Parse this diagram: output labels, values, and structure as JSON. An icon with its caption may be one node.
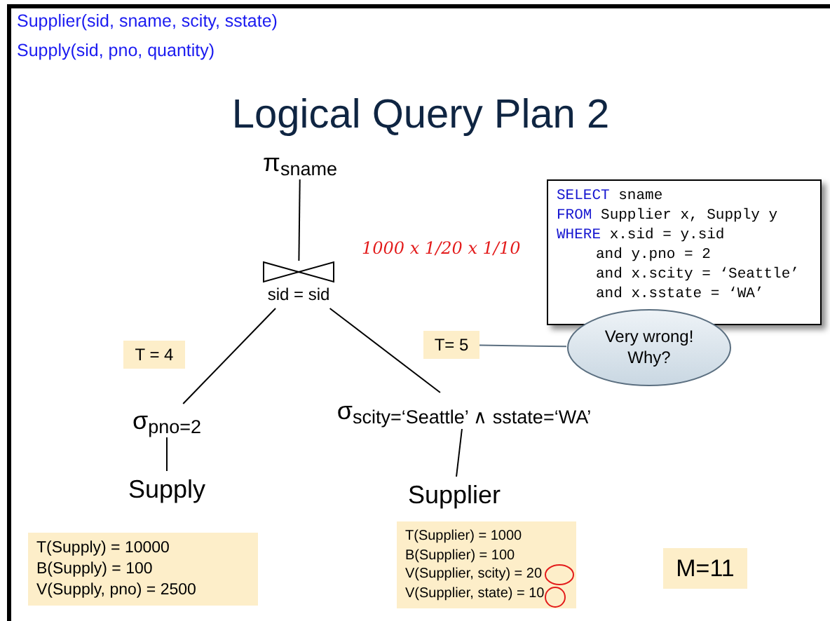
{
  "diagram": {
    "title": "Logical Query Plan 2",
    "nodes": [
      {
        "text": [
          "π$_{sname}$"
        ]
      },
      {
        "text": [
          "SELECT sname",
          "FROM Supplier x, Supply y",
          "WHERE x.sid = y.sid",
          "and y.pno = 2",
          "and x.scity = ‘Seattle’",
          "and x.sstate = ‘WA’"
        ]
      },
      {
        "text": [
          "sid = sid"
        ]
      },
      {
        "text": [
          "T = 4"
        ]
      },
      {
        "text": [
          "T= 5"
        ]
      },
      {
        "text": [
          "Very wrong! Why?"
        ]
      },
      {
        "text": [
          "σ$_{pno=2}$"
        ]
      },
      {
        "text": [
          "σ$_{scity=‘Seattle’ ∧ sstate=‘WA’}$"
        ]
      },
      {
        "text": [
          "Supply"
        ]
      },
      {
        "text": [
          "Supplier"
        ]
      },
      {
        "text": [
          "T(Supply) = 10000",
          "B(Supply) = 100",
          "V(Supply, pno) = 2500"
        ]
      },
      {
        "text": [
          "T(Supplier) = 1000",
          "B(Supplier) = 100",
          "V(Supplier, scity) = 20",
          "V(Supplier, state) = 10"
        ]
      },
      {
        "text": [
          "M=11"
        ]
      }
    ],
    "edges": [
      {
        "from": 0,
        "to": 2,
        "arrow": "none"
      },
      {
        "from": 2,
        "to": 6,
        "arrow": "none"
      },
      {
        "from": 2,
        "to": 7,
        "arrow": "none"
      },
      {
        "from": 6,
        "to": 8,
        "arrow": "none"
      },
      {
        "from": 7,
        "to": 9,
        "arrow": "none"
      },
      {
        "from": 5,
        "to": 4,
        "arrow": "none",
        "color": "#5b6f80"
      }
    ],
    "labels": [
      "Supplier(sid, sname, scity, sstate)",
      "Supply(sid, pno, quantity)",
      "1000 x 1/20 x 1/10"
    ]
  }
}
